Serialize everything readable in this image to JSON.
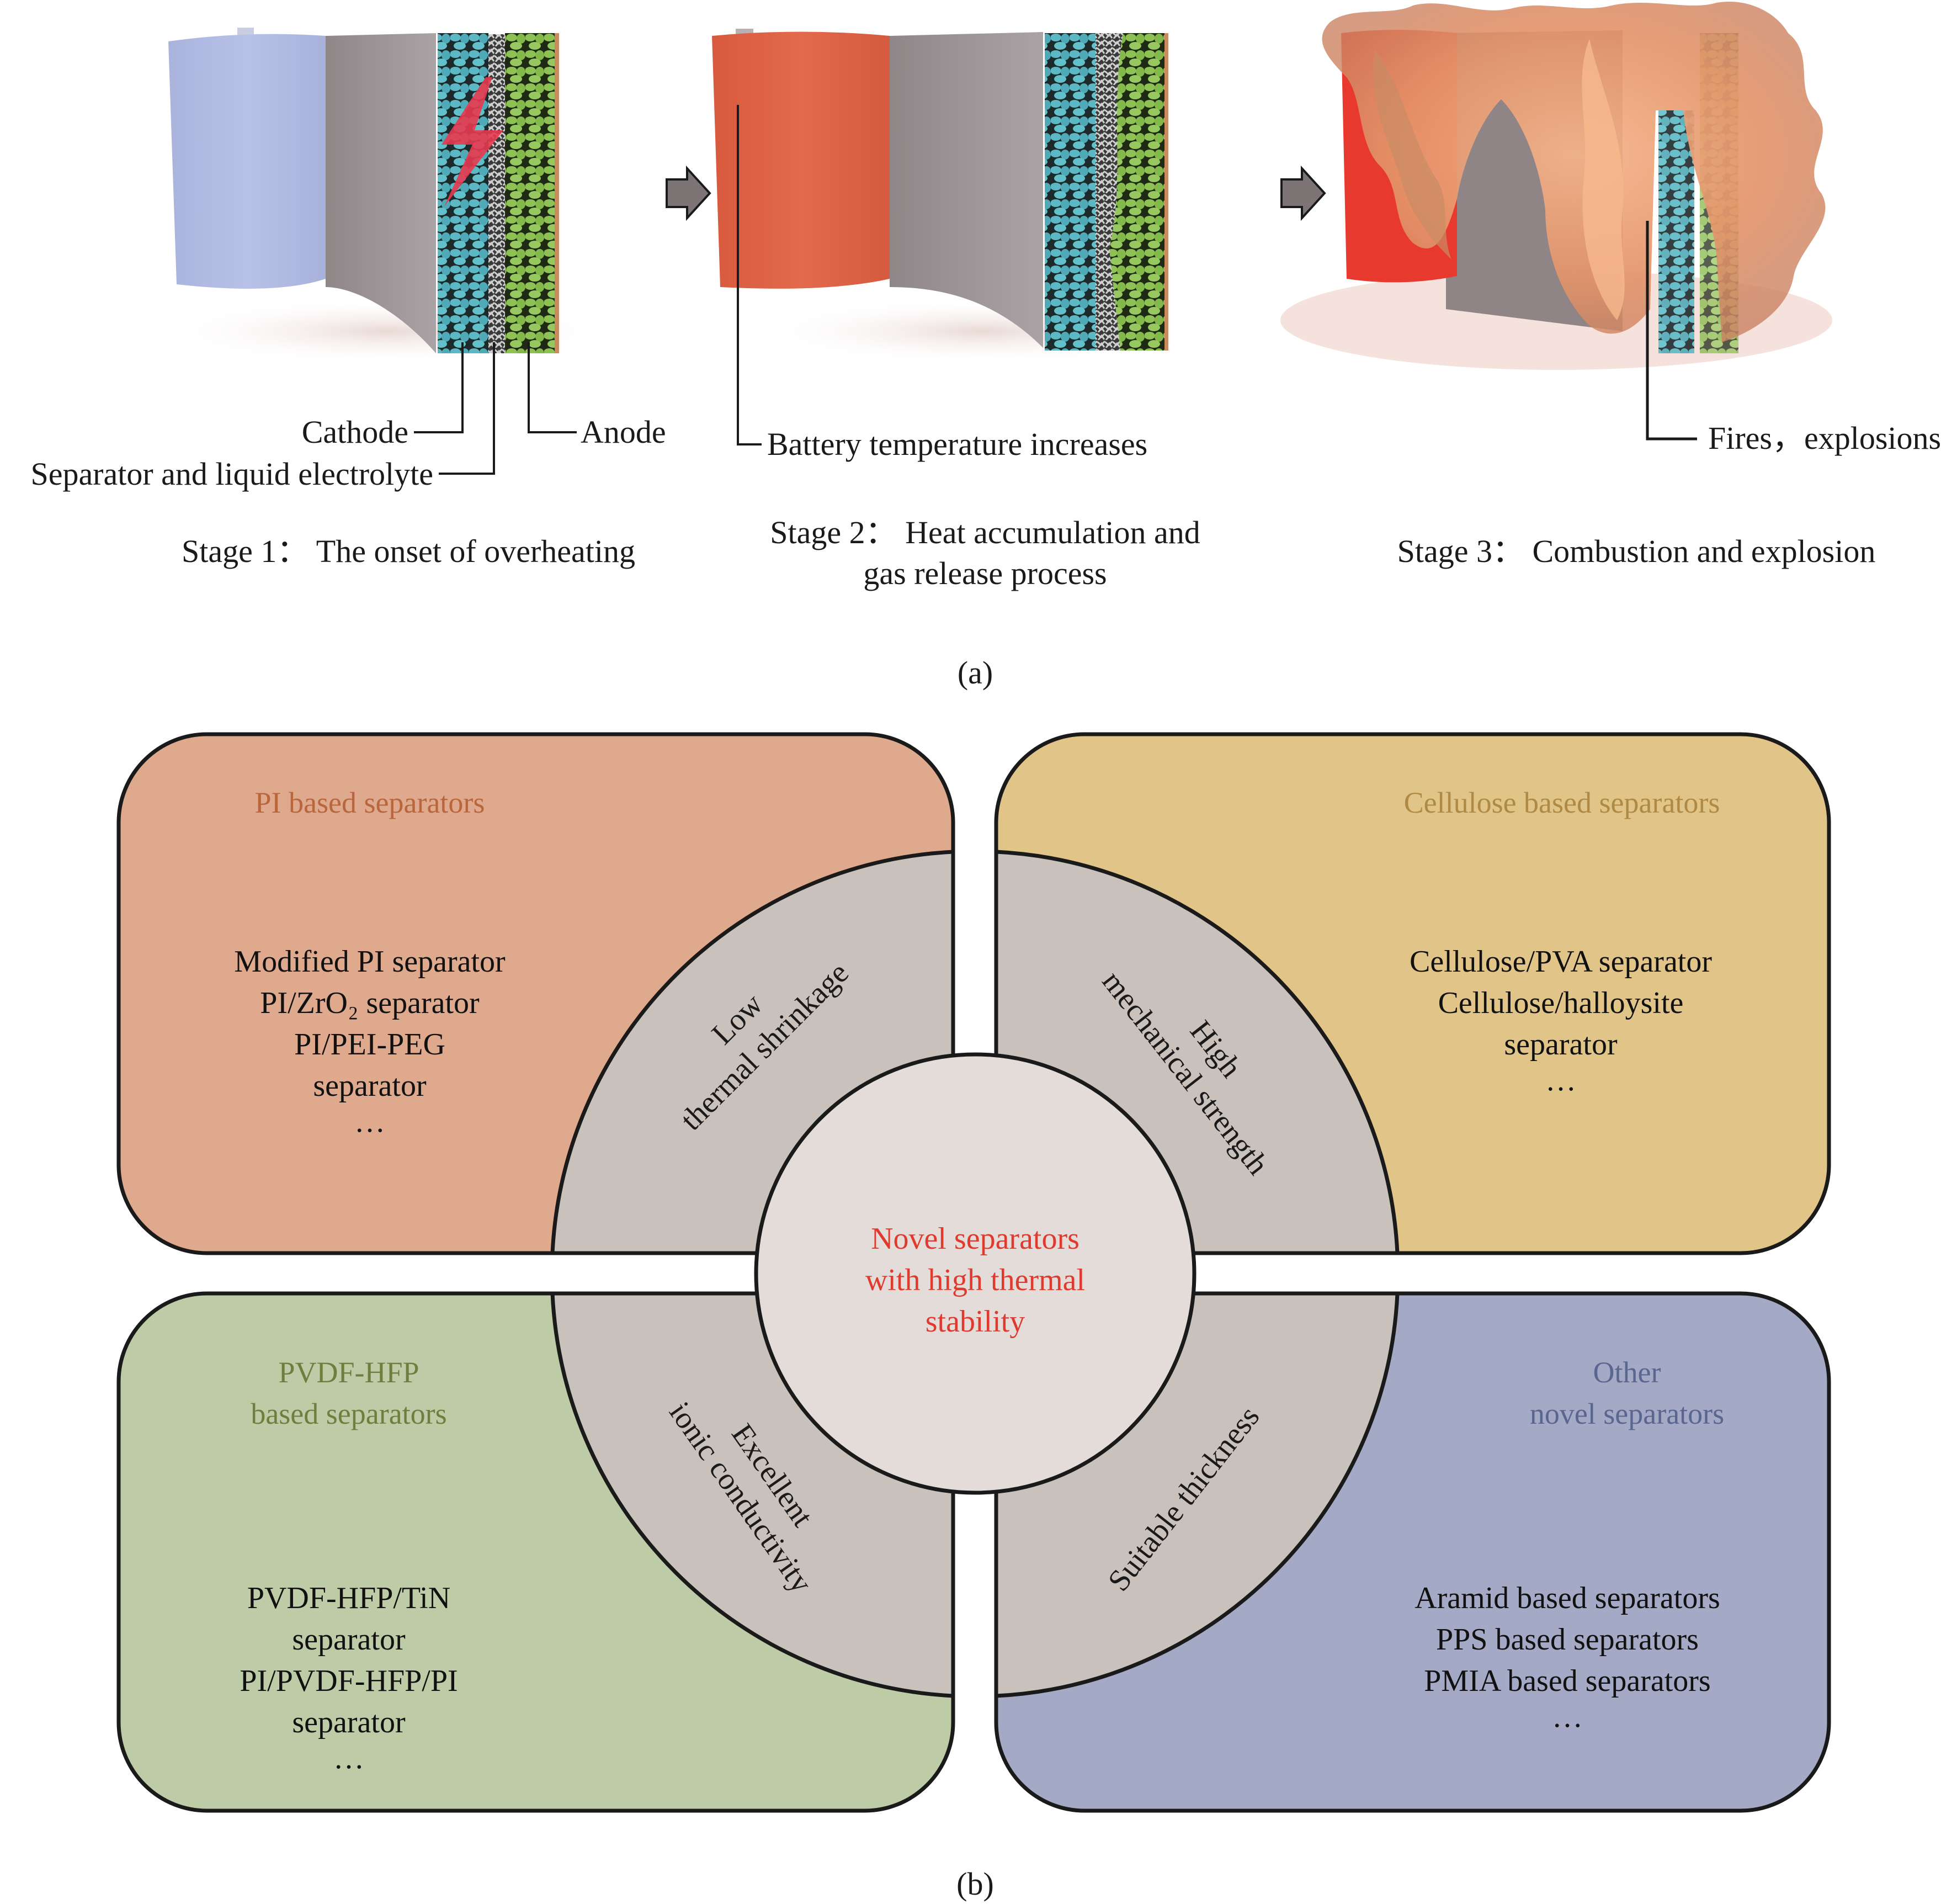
{
  "figure": {
    "panel_a": {
      "label": "(a)",
      "stages": [
        {
          "title": "Stage 1： The onset of overheating",
          "annotations": [
            "Cathode",
            "Separator and liquid electrolyte",
            "Anode"
          ],
          "cell_color": "#b3bde3",
          "hazard_icon": "lightning-bolt"
        },
        {
          "title_lines": [
            "Stage 2： Heat accumulation and",
            "gas release process"
          ],
          "annotations": [
            "Battery temperature increases"
          ],
          "cell_color": "#e0684a"
        },
        {
          "title": "Stage 3： Combustion and explosion",
          "annotations": [
            "Fires，explosions"
          ],
          "cell_color": "#e8392e",
          "flame_color": "#e89a6a"
        }
      ],
      "arrow_color": "#7d7476",
      "layer_colors": {
        "cathode": "#5bb8c4",
        "separator": "#b8b8b8",
        "anode": "#8fc255",
        "sheet": "#a9a2a4"
      }
    },
    "panel_b": {
      "label": "(b)",
      "center": {
        "lines": [
          "Novel separators",
          "with high thermal",
          "stability"
        ],
        "color": "#e03a2e",
        "fill": "#e4dcd9"
      },
      "ring_fill": "#c9c1bc",
      "properties": [
        {
          "quadrant": "top-left",
          "lines": [
            "Low",
            "thermal shrinkage"
          ]
        },
        {
          "quadrant": "top-right",
          "lines": [
            "High",
            "mechanical strength"
          ]
        },
        {
          "quadrant": "bottom-left",
          "lines": [
            "Excellent",
            "ionic conductivity"
          ]
        },
        {
          "quadrant": "bottom-right",
          "lines": [
            "Suitable thickness"
          ]
        }
      ],
      "boxes": [
        {
          "quadrant": "top-left",
          "title_lines": [
            "PI based separators"
          ],
          "title_color": "#b9663d",
          "fill": "#dfa98e",
          "items": [
            "Modified PI separator",
            "PI/ZrO₂ separator",
            "PI/PEI-PEG",
            "separator",
            "…"
          ]
        },
        {
          "quadrant": "top-right",
          "title_lines": [
            "Cellulose based separators"
          ],
          "title_color": "#b08a45",
          "fill": "#e0c488",
          "items": [
            "Cellulose/PVA separator",
            "Cellulose/halloysite",
            "separator",
            "…"
          ]
        },
        {
          "quadrant": "bottom-left",
          "title_lines": [
            "PVDF-HFP",
            "based separators"
          ],
          "title_color": "#6e7e3e",
          "fill": "#bdcca6",
          "items": [
            "PVDF-HFP/TiN",
            "separator",
            "PI/PVDF-HFP/PI",
            "separator",
            "…"
          ]
        },
        {
          "quadrant": "bottom-right",
          "title_lines": [
            "Other",
            "novel separators"
          ],
          "title_color": "#5a6590",
          "fill": "#a4aac6",
          "items": [
            "Aramid based separators",
            "PPS based separators",
            "PMIA based separators",
            "…"
          ]
        }
      ]
    }
  }
}
